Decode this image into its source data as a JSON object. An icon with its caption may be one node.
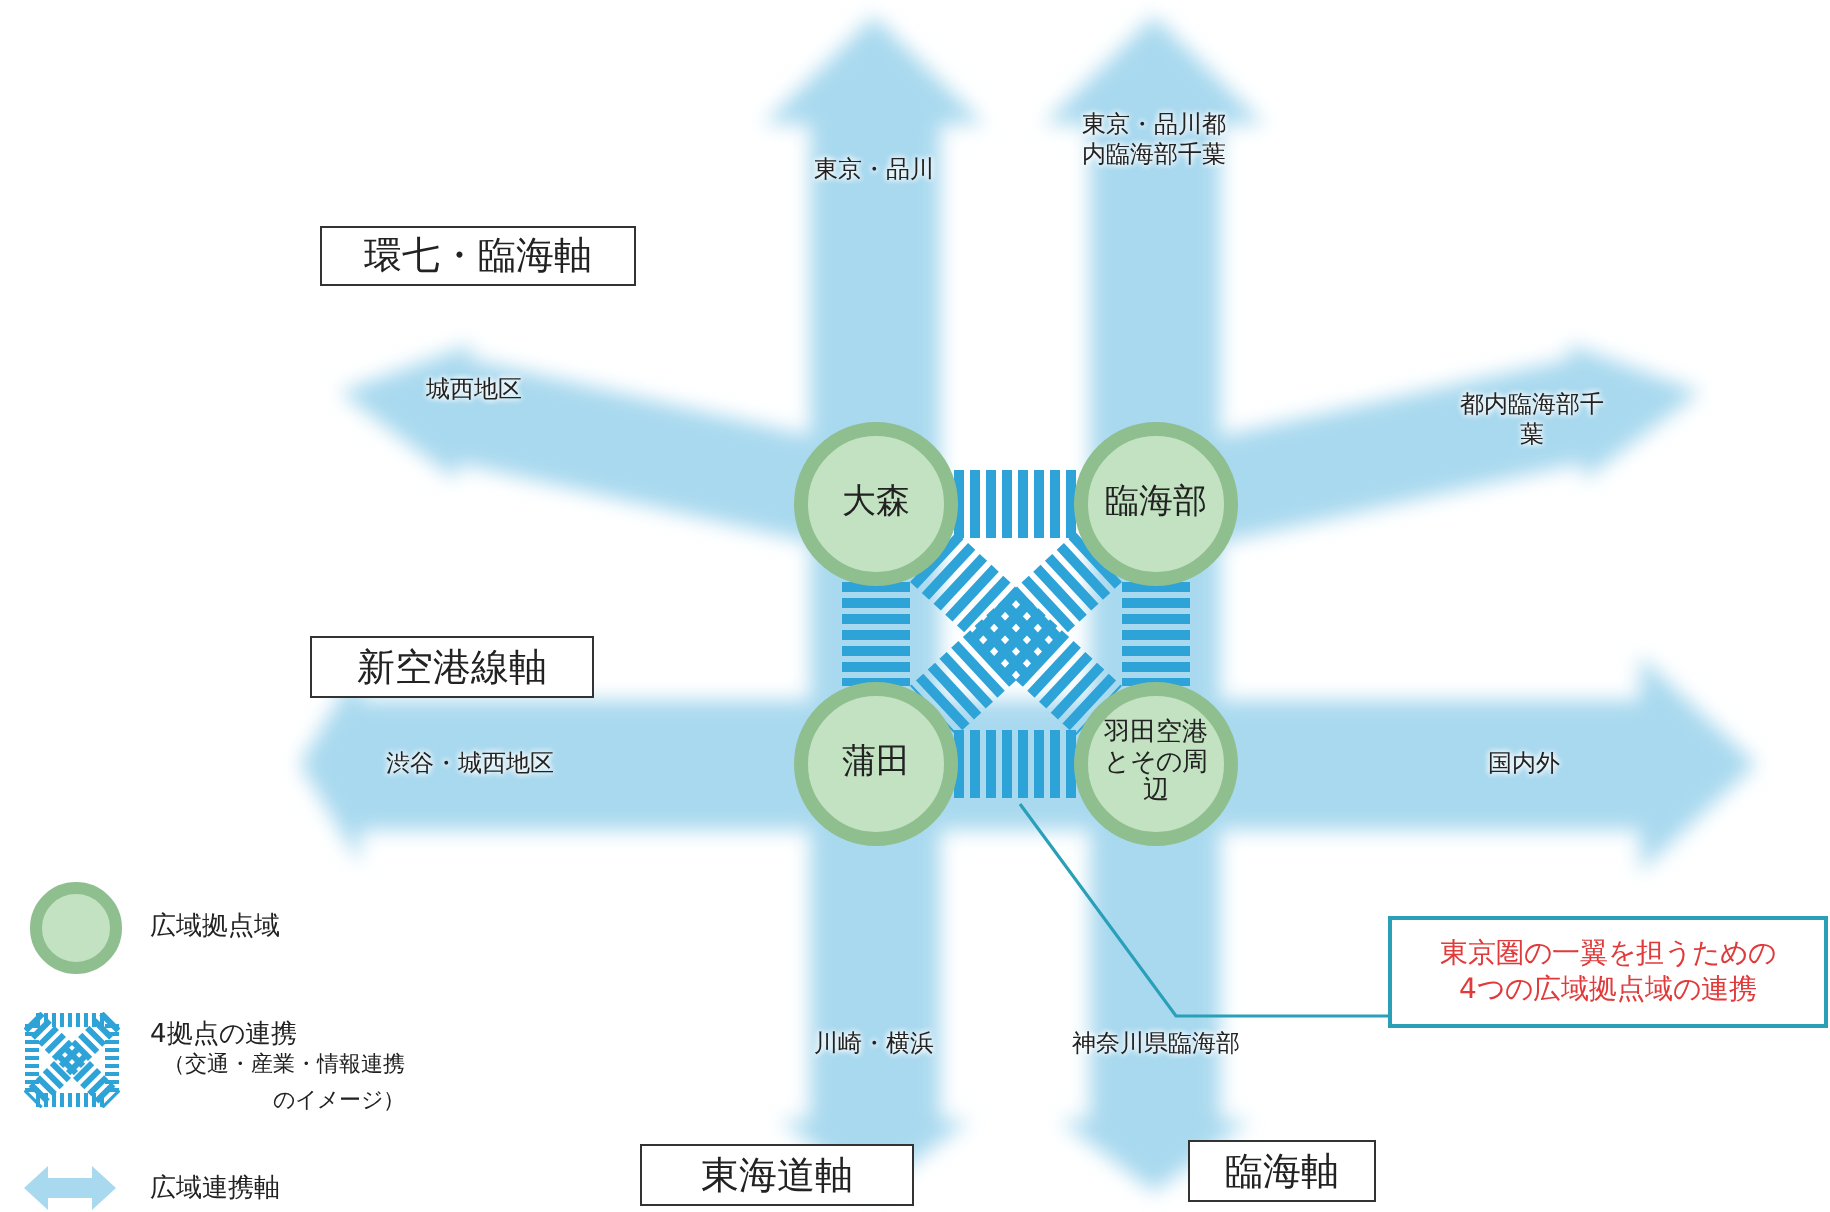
{
  "diagram": {
    "nodes": [
      {
        "text": [
          "大森"
        ]
      },
      {
        "text": [
          "臨海部"
        ]
      },
      {
        "text": [
          "蒲田"
        ]
      },
      {
        "text": [
          "羽田空港とその周辺"
        ]
      },
      {
        "text": [
          "東京圏の一翼を担うための4つの広域拠点域の連携"
        ]
      },
      {
        "text": [
          "環七・臨海軸"
        ]
      },
      {
        "text": [
          "新空港線軸"
        ]
      },
      {
        "text": [
          "東海道軸"
        ]
      },
      {
        "text": [
          "臨海軸"
        ]
      }
    ],
    "edges": [
      {
        "from": 0,
        "to": 1,
        "arrow": "none",
        "style": "dashed"
      },
      {
        "from": 0,
        "to": 2,
        "arrow": "none",
        "style": "dashed"
      },
      {
        "from": 1,
        "to": 3,
        "arrow": "none",
        "style": "dashed"
      },
      {
        "from": 2,
        "to": 3,
        "arrow": "none",
        "style": "dashed"
      },
      {
        "from": 0,
        "to": 3,
        "arrow": "none",
        "style": "dashed"
      },
      {
        "from": 1,
        "to": 2,
        "arrow": "none",
        "style": "dashed"
      },
      {
        "from": 4,
        "to": null,
        "arrow": "none",
        "color": "#2aa0b8"
      }
    ],
    "labels": [
      "東京・品川",
      "東京・品川都内臨海部千葉",
      "城西地区",
      "都内臨海部千葉",
      "渋谷・城西地区",
      "国内外",
      "川崎・横浜",
      "神奈川県臨海部",
      "（交通・産業・情報連携のイメージ）"
    ],
    "legend": [
      {
        "text": "広域拠点域"
      },
      {
        "text": "4拠点の連携"
      },
      {
        "text": "広域連携軸"
      }
    ]
  }
}
